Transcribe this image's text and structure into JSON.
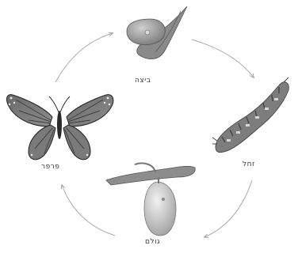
{
  "stages": {
    "egg": "ביצה",
    "larva": "זחל",
    "pupa": "גולם",
    "butterfly": "פרפר"
  },
  "icons": {
    "egg": "egg-on-leaf-icon",
    "larva": "caterpillar-icon",
    "pupa": "chrysalis-icon",
    "butterfly": "butterfly-icon"
  }
}
